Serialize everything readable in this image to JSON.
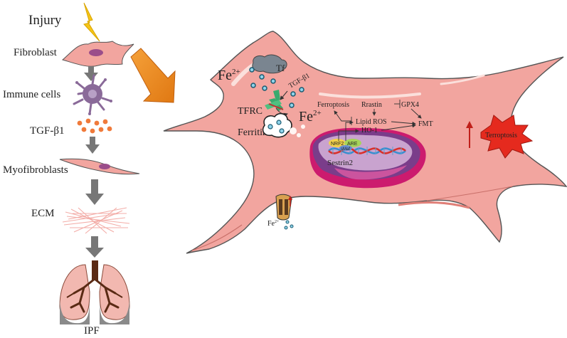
{
  "pathway": {
    "injury": "Injury",
    "fibroblast": "Fibroblast",
    "immune_cells": "Immune cells",
    "tgf": "TGF-β1",
    "myofibroblasts": "Myofibroblasts",
    "ecm": "ECM",
    "ipf": "IPF"
  },
  "cell": {
    "fe_outside_base": "Fe",
    "fe_outside_sup": "2+",
    "tf": "Tf",
    "tgf": "TGF-β1",
    "tfrc": "TFRC",
    "fe_inside_base": "Fe",
    "fe_inside_sup": "2+",
    "ferritin": "Ferritin",
    "ferroptosis": "Ferroptosis",
    "erastin": "Rrastin",
    "gpx4": "GPX4",
    "lipid_ros": "Lipid ROS",
    "fmt": "FMT",
    "ho1": "HO-1",
    "nrf2": "NRF2",
    "are": "ARE",
    "maf": "sMaf",
    "sestrin2": "Sestrin2",
    "terroptosis": "Terroptosis",
    "fe_channel_base": "Fe",
    "fe_channel_sup": "2+"
  },
  "colors": {
    "cell_fill": "#f2a59f",
    "cell_stroke": "#555555",
    "arrow_orange": "#f08a1e",
    "arrow_gray": "#777777",
    "immune_purple": "#8a6a99",
    "tgf_dots": "#f07a3a",
    "iron_blue": "#8fd3ea",
    "tfrc_green": "#3aaa6e",
    "nucleus_magenta": "#cc1b6e",
    "nucleus_purple": "#7a3d8a",
    "burst_red": "#e52a1e",
    "lung_dark": "#5a2a14",
    "lung_gray": "#8a8a8a"
  },
  "icons": [
    "lightning-icon",
    "fibroblast-cell-icon",
    "immune-cell-icon",
    "tgf-particles-icon",
    "myofibroblast-icon",
    "ecm-fibers-icon",
    "lungs-icon",
    "tf-protein-icon",
    "tfrc-receptor-icon",
    "ferritin-icon",
    "nucleus-icon",
    "dna-helix-icon",
    "ion-channel-icon",
    "burst-icon"
  ]
}
